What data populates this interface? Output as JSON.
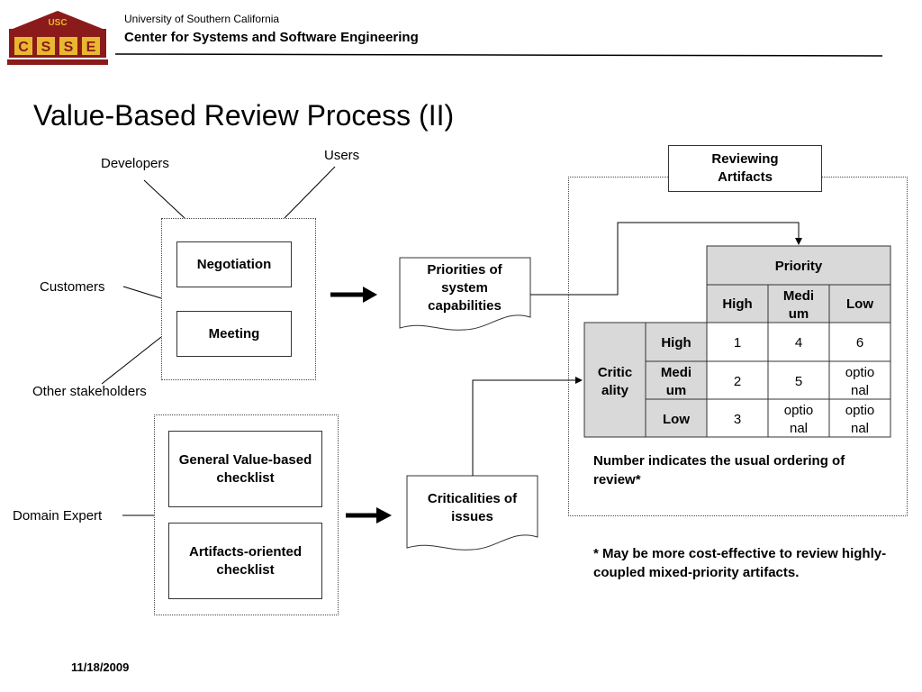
{
  "header": {
    "logo_text": "USC",
    "logo_letters": [
      "C",
      "S",
      "S",
      "E"
    ],
    "university": "University of Southern California",
    "center": "Center for Systems and Software Engineering"
  },
  "title": "Value-Based Review Process (II)",
  "stakeholders": {
    "developers": "Developers",
    "users": "Users",
    "customers": "Customers",
    "other": "Other stakeholders",
    "domain_expert": "Domain Expert"
  },
  "boxes": {
    "negotiation": "Negotiation",
    "meeting": "Meeting",
    "general_checklist": "General Value-based checklist",
    "artifacts_checklist": "Artifacts-oriented checklist",
    "reviewing_artifacts": "Reviewing Artifacts"
  },
  "documents": {
    "priorities": "Priorities of system capabilities",
    "criticalities": "Criticalities of issues"
  },
  "matrix": {
    "priority_header": "Priority",
    "criticality_header": "Criticality",
    "columns": [
      "High",
      "Medium",
      "Low"
    ],
    "rows": [
      {
        "label": "High",
        "cells": [
          "1",
          "4",
          "6"
        ]
      },
      {
        "label": "Medium",
        "cells": [
          "2",
          "5",
          "optional"
        ]
      },
      {
        "label": "Low",
        "cells": [
          "3",
          "optional",
          "optional"
        ]
      }
    ]
  },
  "notes": {
    "ordering": "Number indicates the usual ordering of review*",
    "footnote": "* May be more cost-effective to review highly-coupled mixed-priority artifacts."
  },
  "footer": {
    "date": "11/18/2009"
  },
  "colors": {
    "logo_red": "#8b1a1a",
    "logo_gold": "#e8b830",
    "header_gray": "#d9d9d9"
  }
}
